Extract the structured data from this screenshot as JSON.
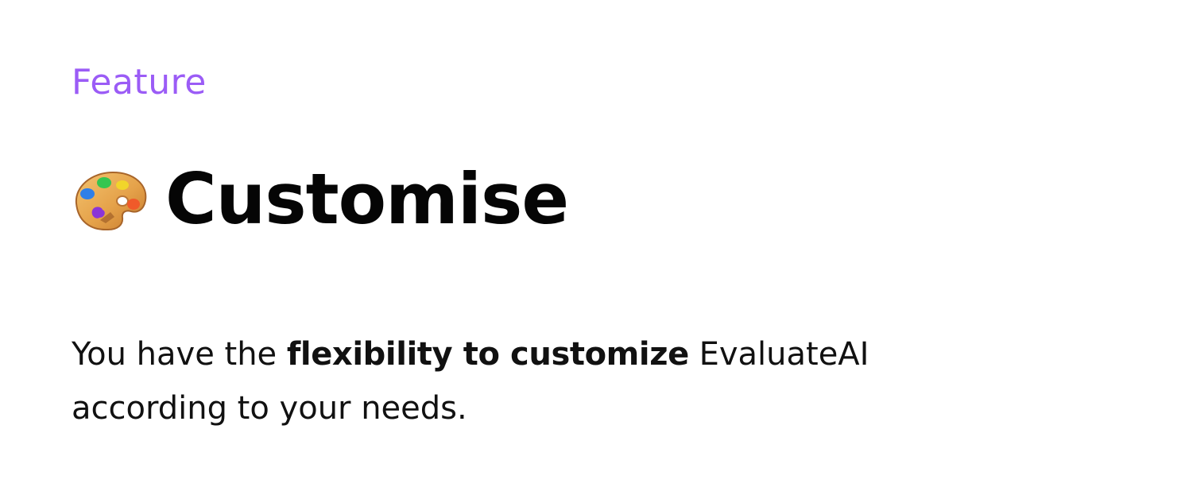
{
  "eyebrow": "Feature",
  "heading": {
    "icon": "artist-palette-icon",
    "title": "Customise"
  },
  "description": {
    "before": "You have the ",
    "emphasis": "flexibility to customize",
    "after": " EvaluateAI according to your needs."
  },
  "colors": {
    "eyebrow": "#9b5cf6",
    "title": "#050505",
    "text": "#111111",
    "background": "#ffffff"
  }
}
